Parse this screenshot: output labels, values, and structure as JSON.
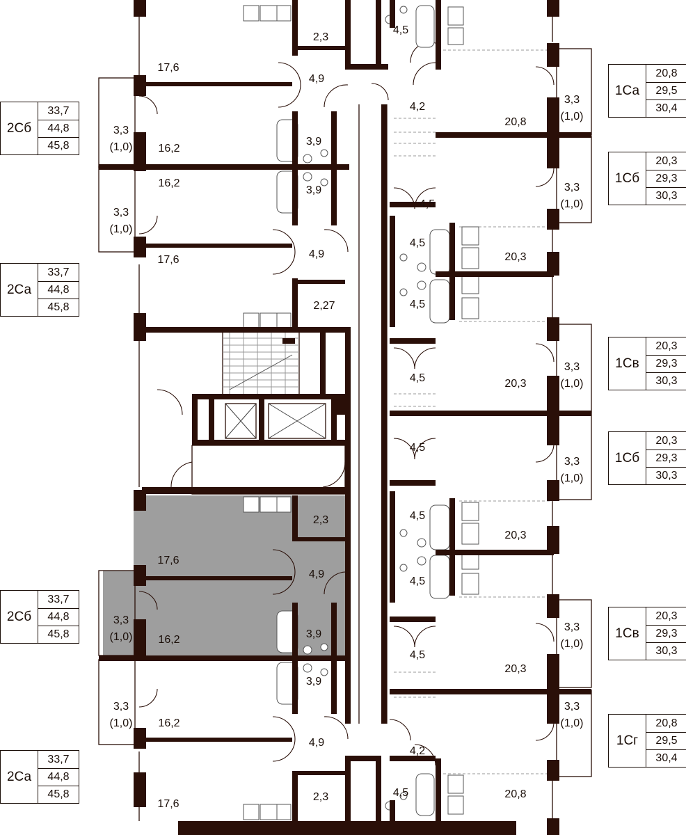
{
  "legends": [
    {
      "code": "2Сб",
      "areas": [
        "33,7",
        "44,8",
        "45,8"
      ]
    },
    {
      "code": "2Са",
      "areas": [
        "33,7",
        "44,8",
        "45,8"
      ]
    },
    {
      "code": "2Сб",
      "areas": [
        "33,7",
        "44,8",
        "45,8"
      ]
    },
    {
      "code": "2Са",
      "areas": [
        "33,7",
        "44,8",
        "45,8"
      ]
    },
    {
      "code": "1Са",
      "areas": [
        "20,8",
        "29,5",
        "30,4"
      ]
    },
    {
      "code": "1Сб",
      "areas": [
        "20,3",
        "29,3",
        "30,3"
      ]
    },
    {
      "code": "1Св",
      "areas": [
        "20,3",
        "29,3",
        "30,3"
      ]
    },
    {
      "code": "1Сб",
      "areas": [
        "20,3",
        "29,3",
        "30,3"
      ]
    },
    {
      "code": "1Св",
      "areas": [
        "20,3",
        "29,3",
        "30,3"
      ]
    },
    {
      "code": "1Сг",
      "areas": [
        "20,8",
        "29,5",
        "30,4"
      ]
    }
  ],
  "room_labels": [
    "17,6",
    "2,3",
    "4,9",
    "16,2",
    "3,9",
    "3,3",
    "(1,0)",
    "16,2",
    "3,9",
    "3,3",
    "(1,0)",
    "17,6",
    "4,9",
    "2,27",
    "17,6",
    "2,3",
    "4,9",
    "16,2",
    "3,9",
    "3,3",
    "(1,0)",
    "3,9",
    "3,3",
    "(1,0)",
    "16,2",
    "4,9",
    "17,6",
    "2,3",
    "4,5",
    "4,2",
    "20,8",
    "3,3",
    "(1,0)",
    "3,3",
    "(1,0)",
    "4,5",
    "4,5",
    "20,3",
    "4,5",
    "4,5",
    "20,3",
    "3,3",
    "(1,0)",
    "4,5",
    "3,3",
    "(1,0)",
    "4,5",
    "20,3",
    "4,5",
    "4,5",
    "20,3",
    "3,3",
    "(1,0)",
    "3,3",
    "(1,0)",
    "4,2",
    "4,5",
    "20,8"
  ],
  "colors": {
    "wall": "#2a0f08",
    "highlight": "#9e9e9e",
    "fixture": "#888888"
  }
}
